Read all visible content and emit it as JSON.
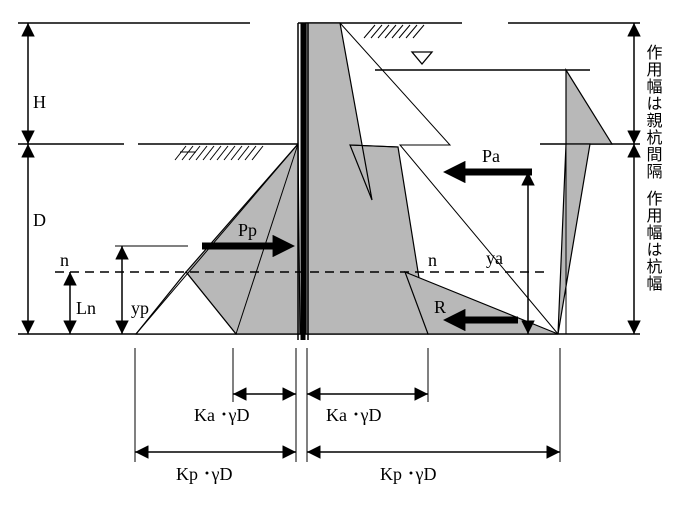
{
  "labels": {
    "H": "H",
    "D": "D",
    "n_left": "n",
    "Ln": "Ln",
    "yp": "yp",
    "Pp": "Pp",
    "n_right": "n",
    "ya": "ya",
    "Pa": "Pa",
    "R": "R",
    "ka_left": "Ka ･γD",
    "ka_right": "Ka ･γD",
    "kp_left": "Kp ･γD",
    "kp_right": "Kp ･γD"
  },
  "vertical_text_upper": "作用幅は親杭間隔",
  "vertical_text_lower": "作用幅は杭幅",
  "colors": {
    "fill": "#b8b8b8",
    "line": "#000000"
  }
}
